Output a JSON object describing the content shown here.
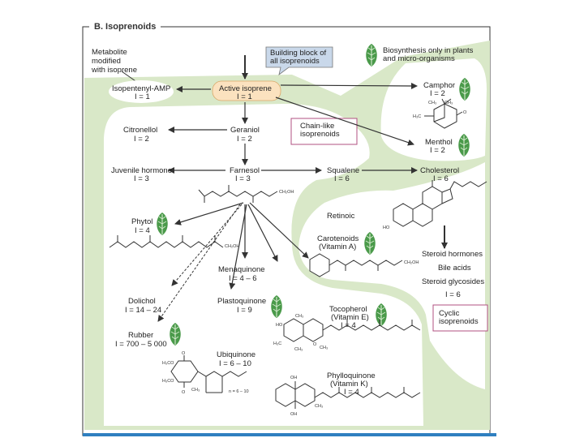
{
  "section_title": "B. Isoprenoids",
  "metabolite_note": [
    "Metabolite",
    "modified",
    "with isoprene"
  ],
  "callout": [
    "Building block of",
    "all isoprenoids"
  ],
  "legend_text": [
    "Biosynthesis only in plants",
    "and micro-organisms"
  ],
  "chain_box": [
    "Chain-like",
    "isoprenoids"
  ],
  "cyclic_box": [
    "Cyclic",
    "isoprenoids"
  ],
  "nodes": {
    "isopentenyl": {
      "name": "Isopentenyl-AMP",
      "i": "I = 1"
    },
    "active_isoprene": {
      "name": "Active isoprene",
      "i": "I = 1"
    },
    "camphor": {
      "name": "Camphor",
      "i": "I = 2"
    },
    "citronellol": {
      "name": "Citronellol",
      "i": "I = 2"
    },
    "geraniol": {
      "name": "Geraniol",
      "i": "I = 2"
    },
    "menthol": {
      "name": "Menthol",
      "i": "I = 2"
    },
    "juvenile": {
      "name": "Juvenile hormone",
      "i": "I = 3"
    },
    "farnesol": {
      "name": "Farnesol",
      "i": "I = 3"
    },
    "squalene": {
      "name": "Squalene",
      "i": "I = 6"
    },
    "cholesterol": {
      "name": "Cholesterol",
      "i": "I = 6"
    },
    "retinoic": {
      "name": "Retinoic"
    },
    "phytol": {
      "name": "Phytol",
      "i": "I = 4"
    },
    "carotenoids": {
      "name": "Carotenoids",
      "sub": "(Vitamin A)"
    },
    "menaquinone": {
      "name": "Menaquinone",
      "i": "I = 4 – 6"
    },
    "dolichol": {
      "name": "Dolichol",
      "i": "I = 14 – 24"
    },
    "plastoquinone": {
      "name": "Plastoquinone",
      "i": "I = 9"
    },
    "tocopherol": {
      "name": "Tocopherol",
      "sub": "(Vitamin E)",
      "i": "I = 4"
    },
    "rubber": {
      "name": "Rubber",
      "i": "I = 700 – 5 000"
    },
    "ubiquinone": {
      "name": "Ubiquinone",
      "i": "I = 6 – 10"
    },
    "phylloquinone": {
      "name": "Phylloquinone",
      "sub": "(Vitamin K)",
      "i": "I = 4"
    }
  },
  "steroid_list": [
    "Steroid hormones",
    "Bile acids",
    "Steroid glycosides",
    "I = 6"
  ],
  "chem_labels": {
    "farnesol_oh": "CH₂OH",
    "phytol_oh": "CH₂OH",
    "carotenoid_oh": "CH₂OH",
    "cholesterol_ho": "HO",
    "camphor_me1": "CH₃",
    "camphor_me2": "CH₃",
    "camphor_me3": "H₃C",
    "camphor_o": "O",
    "toco_ho": "HO",
    "toco_ch3a": "CH₃",
    "toco_ch3b": "CH₃",
    "toco_h3c": "H₃C",
    "toco_ch3c": "CH₃",
    "toco_o": "O",
    "ubi_h3co1": "H₃CO",
    "ubi_h3co2": "H₃CO",
    "ubi_o1": "O",
    "ubi_o2": "O",
    "ubi_ch3": "CH₃",
    "ubi_n": "n = 6 – 10",
    "phyllo_oh1": "OH",
    "phyllo_oh2": "OH",
    "phyllo_ch3": "CH₃"
  },
  "colors": {
    "green_bg": "#d9e8c8",
    "leaf": "#4a9a4a",
    "box_border": "#b05080",
    "callout_bg": "#c9d8ea",
    "active_bg": "#fbe2bf",
    "bottom_bar": "#2f7fc0"
  },
  "icon_names": [
    "leaf-icon"
  ]
}
